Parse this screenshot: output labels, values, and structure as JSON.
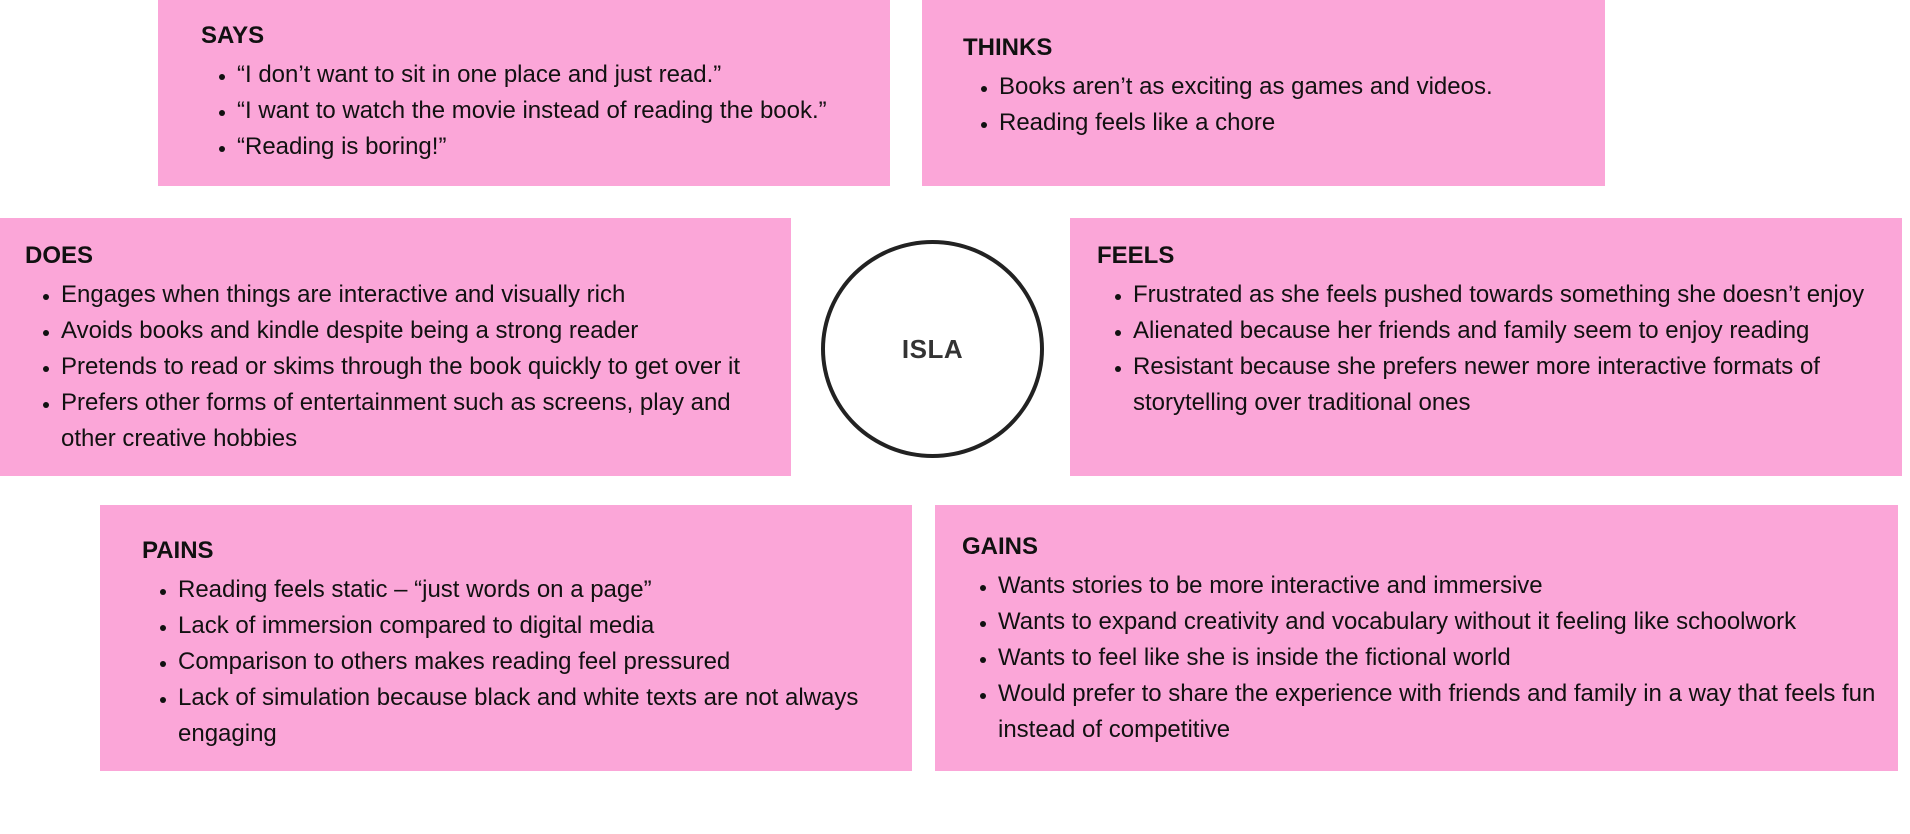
{
  "persona": {
    "name": "ISLA"
  },
  "colors": {
    "card_background": "#fba6d8",
    "circle_border": "#222222"
  },
  "quadrants": {
    "says": {
      "title": "SAYS",
      "items": [
        "“I don’t want to sit in one place and just read.”",
        "“I want to watch the movie instead of reading the book.”",
        "“Reading is boring!”"
      ]
    },
    "thinks": {
      "title": "THINKS",
      "items": [
        "Books aren’t as exciting as games and videos.",
        "Reading feels like a chore"
      ]
    },
    "does": {
      "title": "DOES",
      "items": [
        "Engages when things are interactive and visually rich",
        "Avoids books and kindle despite being a strong reader",
        "Pretends to read or skims through the book quickly to get over it",
        "Prefers other forms of entertainment such as screens, play and other creative hobbies"
      ]
    },
    "feels": {
      "title": "FEELS",
      "items": [
        "Frustrated as she feels pushed towards something she doesn’t enjoy",
        "Alienated because her friends and family seem to enjoy reading",
        "Resistant because she prefers newer more interactive formats of storytelling over traditional ones"
      ]
    },
    "pains": {
      "title": "PAINS",
      "items": [
        "Reading feels static – “just words on a page”",
        "Lack of immersion compared to digital media",
        "Comparison to others makes reading feel pressured",
        "Lack of simulation because black and white texts are not always engaging"
      ]
    },
    "gains": {
      "title": "GAINS",
      "items": [
        "Wants stories to be more interactive and immersive",
        "Wants to expand creativity and vocabulary without it feeling like schoolwork",
        "Wants to feel like she is inside the fictional world",
        "Would prefer to share the experience with friends and family in a way that feels fun instead of competitive"
      ]
    }
  }
}
